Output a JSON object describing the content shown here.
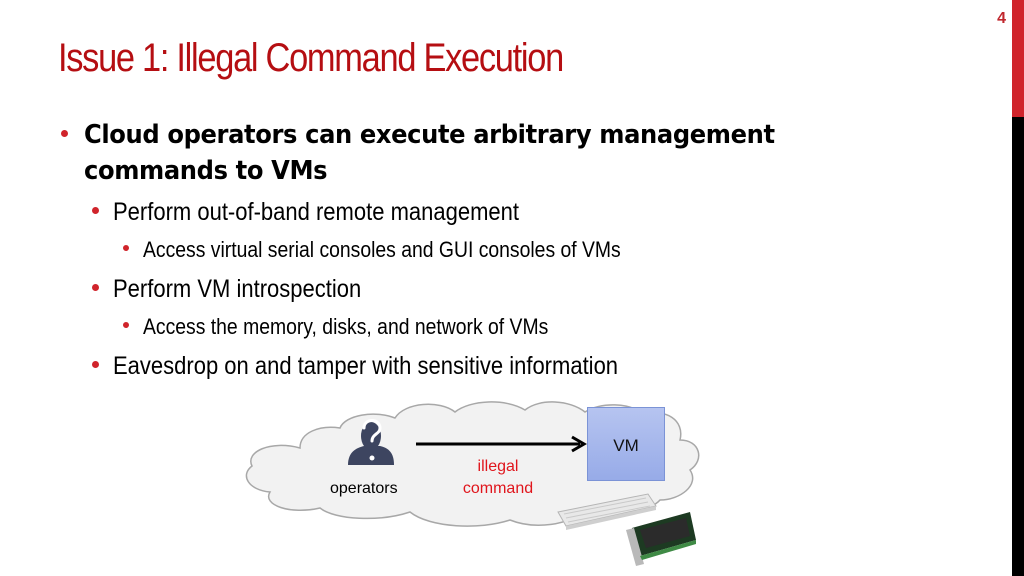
{
  "slide": {
    "page_number": "4",
    "title": "Issue 1: Illegal Command Execution",
    "colors": {
      "title": "#b50e12",
      "accent_red": "#d0242b",
      "side_bar_black": "#000000",
      "vm_box": "#a9b9ee",
      "cloud": "#f2f2f2",
      "illegal_label": "#e0151c"
    }
  },
  "bullets": [
    {
      "level": 1,
      "text_line1": "Cloud operators can execute arbitrary management",
      "text_line2": "commands to VMs"
    },
    {
      "level": 2,
      "text": "Perform out-of-band remote management"
    },
    {
      "level": 3,
      "text": "Access virtual serial consoles and GUI consoles of VMs"
    },
    {
      "level": 2,
      "text": "Perform VM introspection"
    },
    {
      "level": 3,
      "text": "Access the memory, disks, and network of VMs"
    },
    {
      "level": 2,
      "text": "Eavesdrop on and tamper with sensitive information"
    }
  ],
  "diagram": {
    "operator_icon": "person-question-icon",
    "operators_label": "operators",
    "arrow_label_line1": "illegal",
    "arrow_label_line2": "command",
    "vm_label": "VM",
    "keyboard_icon": "keyboard-icon",
    "card_icon": "graphics-card-icon"
  }
}
